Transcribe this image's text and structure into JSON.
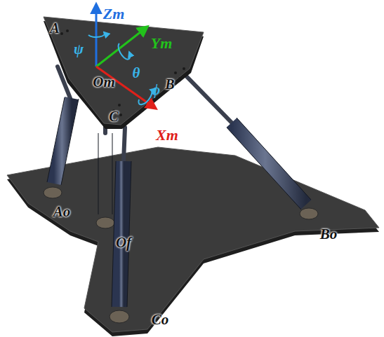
{
  "diagram": {
    "labels": [
      "Zm",
      "ψ",
      "Ym",
      "θ",
      "ϕ",
      "Xm",
      "A",
      "Om",
      "B",
      "C",
      "Ao",
      "Bo",
      "Of",
      "Co"
    ]
  }
}
